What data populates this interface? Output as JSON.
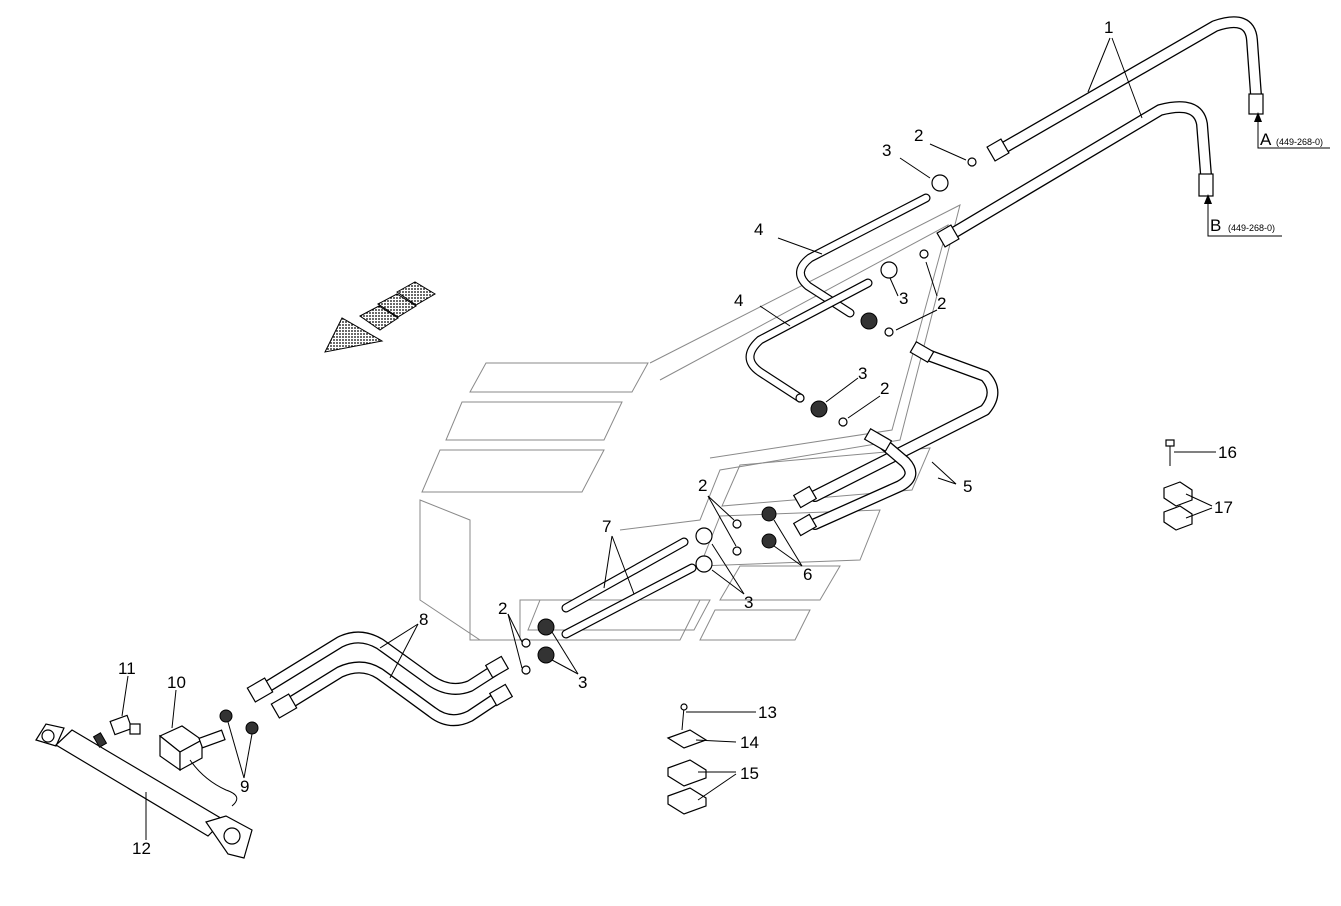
{
  "callouts": [
    {
      "id": "c1",
      "text": "1"
    },
    {
      "id": "c2a",
      "text": "2"
    },
    {
      "id": "c2b",
      "text": "2"
    },
    {
      "id": "c2c",
      "text": "2"
    },
    {
      "id": "c2d",
      "text": "2"
    },
    {
      "id": "c2e",
      "text": "2"
    },
    {
      "id": "c3a",
      "text": "3"
    },
    {
      "id": "c3b",
      "text": "3"
    },
    {
      "id": "c3c",
      "text": "3"
    },
    {
      "id": "c3d",
      "text": "3"
    },
    {
      "id": "c3e",
      "text": "3"
    },
    {
      "id": "c4a",
      "text": "4"
    },
    {
      "id": "c4b",
      "text": "4"
    },
    {
      "id": "c5",
      "text": "5"
    },
    {
      "id": "c6",
      "text": "6"
    },
    {
      "id": "c7",
      "text": "7"
    },
    {
      "id": "c8",
      "text": "8"
    },
    {
      "id": "c9",
      "text": "9"
    },
    {
      "id": "c10",
      "text": "10"
    },
    {
      "id": "c11",
      "text": "11"
    },
    {
      "id": "c12",
      "text": "12"
    },
    {
      "id": "c13",
      "text": "13"
    },
    {
      "id": "c14",
      "text": "14"
    },
    {
      "id": "c15",
      "text": "15"
    },
    {
      "id": "c16",
      "text": "16"
    },
    {
      "id": "c17",
      "text": "17"
    }
  ],
  "connections": [
    {
      "letter": "A",
      "ref": "(449-268-0)"
    },
    {
      "letter": "B",
      "ref": "(449-268-0)"
    }
  ],
  "icons": {
    "direction_arrow": "travel-direction-arrow-icon",
    "background_logo": "manufacturer-logo-outline"
  }
}
